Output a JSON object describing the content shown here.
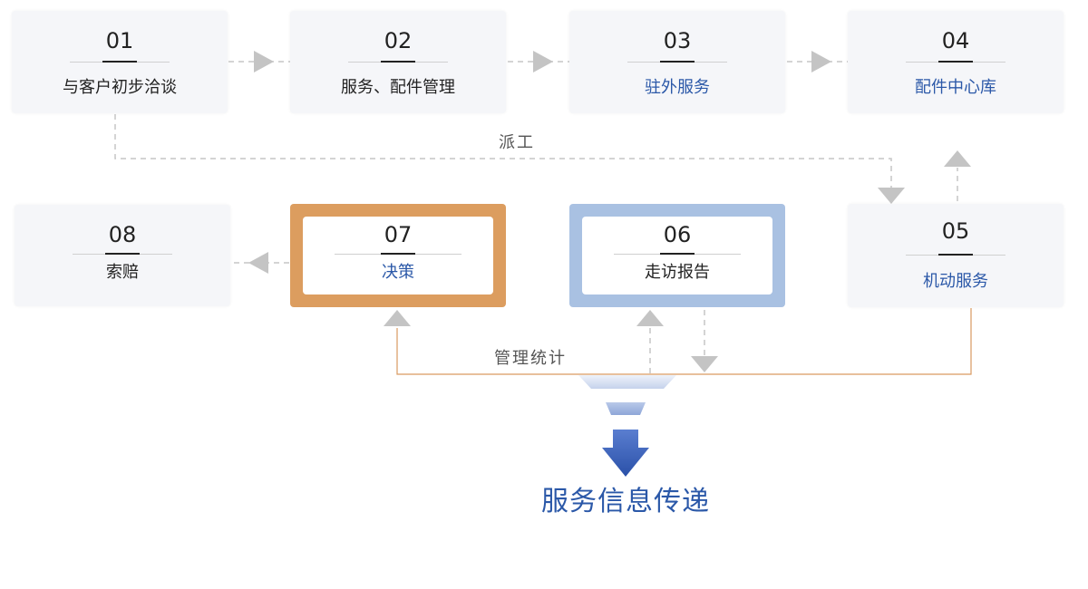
{
  "steps": [
    {
      "num": "01",
      "label": "与客户初步洽谈"
    },
    {
      "num": "02",
      "label": "服务、配件管理"
    },
    {
      "num": "03",
      "label": "驻外服务"
    },
    {
      "num": "04",
      "label": "配件中心库"
    },
    {
      "num": "05",
      "label": "机动服务"
    },
    {
      "num": "06",
      "label": "走访报告"
    },
    {
      "num": "07",
      "label": "决策"
    },
    {
      "num": "08",
      "label": "索赔"
    }
  ],
  "flow_labels": {
    "dispatch": "派工",
    "statistics": "管理统计"
  },
  "final_label": "服务信息传递",
  "colors": {
    "card_bg": "#f5f6f9",
    "blue_text": "#2b58a8",
    "orange_frame": "#dc9d5f",
    "blue_frame": "#a9c1e2",
    "dashed_line": "#c6c6c6",
    "arrow_gray": "#c4c4c4",
    "orange_line": "#d99a61"
  }
}
